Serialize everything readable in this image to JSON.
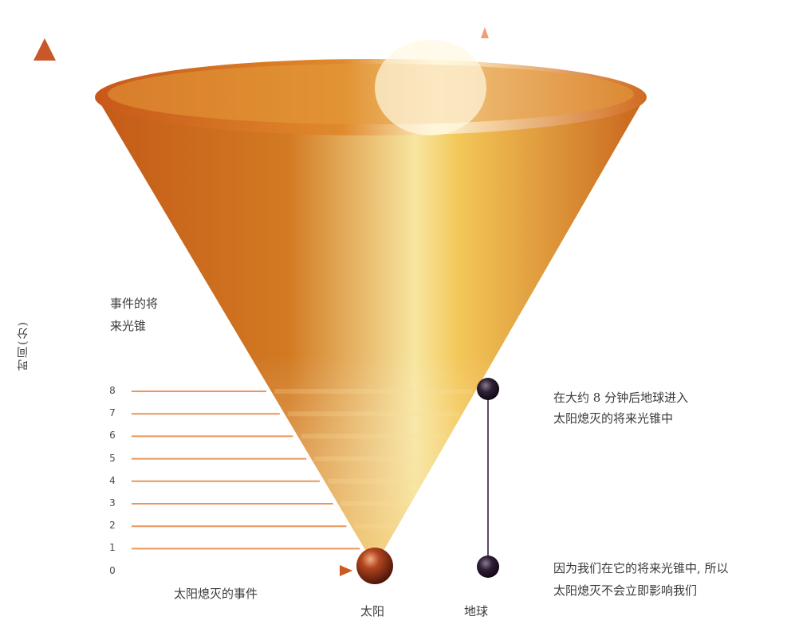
{
  "labels": {
    "time_axis": "时间(分)",
    "future_cone_line1": "事件的将",
    "future_cone_line2": "来光锥",
    "sun_event": "太阳熄灭的事件",
    "sun": "太阳",
    "earth": "地球",
    "note_enter_line1": "在大约 8 分钟后地球进入",
    "note_enter_line2": "太阳熄灭的将来光锥中",
    "note_now_line1": "因为我们在它的将来光锥中, 所以",
    "note_now_line2": "太阳熄灭不会立即影响我们"
  },
  "time_ticks": [
    "8",
    "7",
    "6",
    "5",
    "4",
    "3",
    "2",
    "1",
    "0"
  ],
  "colors": {
    "cone_rim": "#d06a20",
    "cone_dark": "#c4621c",
    "cone_light": "#f3cf60",
    "highlight": "#fff6d6",
    "axis": "#c8642a",
    "earth_body": "#2a1a2c",
    "sun_body": "#8a2a10"
  },
  "earth_worldline_minutes": [
    0,
    8
  ]
}
